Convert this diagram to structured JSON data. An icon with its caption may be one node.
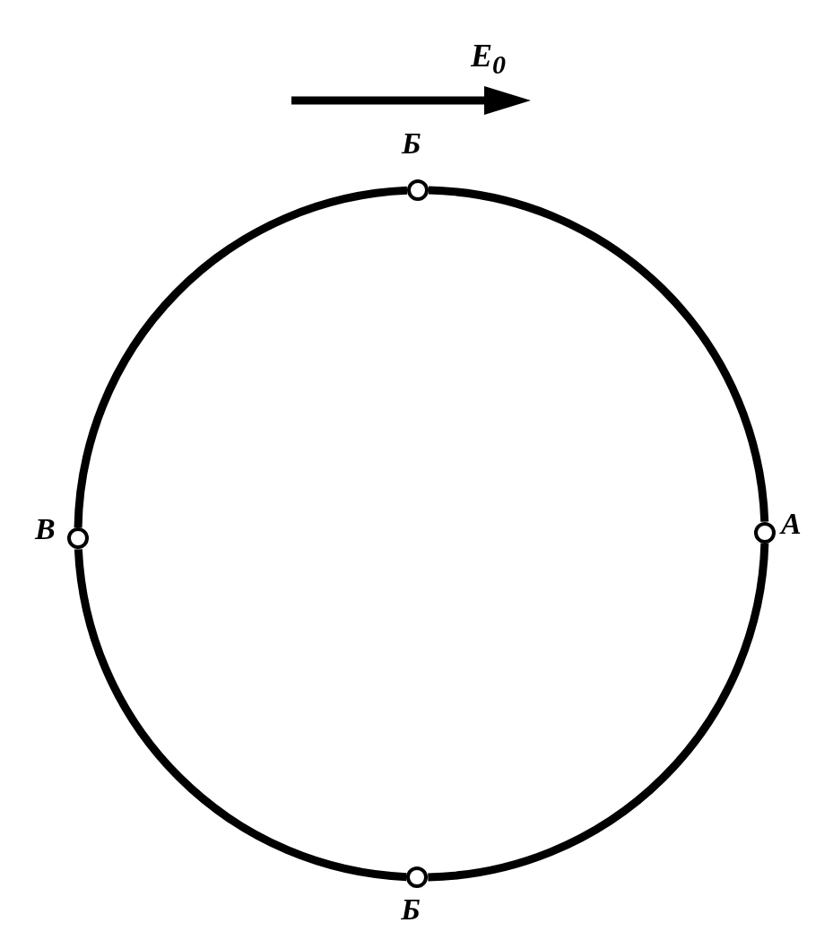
{
  "diagram": {
    "nodes": [
      {
        "text": [],
        "shape": "circle",
        "beside": [
          "Б"
        ]
      },
      {
        "text": [],
        "shape": "circle",
        "beside": [
          "В"
        ]
      },
      {
        "text": [],
        "shape": "circle",
        "beside": [
          "А"
        ]
      },
      {
        "text": [],
        "shape": "circle",
        "beside": [
          "Б"
        ]
      }
    ],
    "edges": [
      {
        "from": 0,
        "to": 2,
        "arrow": "none"
      },
      {
        "from": 2,
        "to": 3,
        "arrow": "none"
      },
      {
        "from": 3,
        "to": 1,
        "arrow": "none"
      },
      {
        "from": 1,
        "to": 0,
        "arrow": "none"
      }
    ],
    "labels": [
      "E$_{0}$"
    ]
  }
}
